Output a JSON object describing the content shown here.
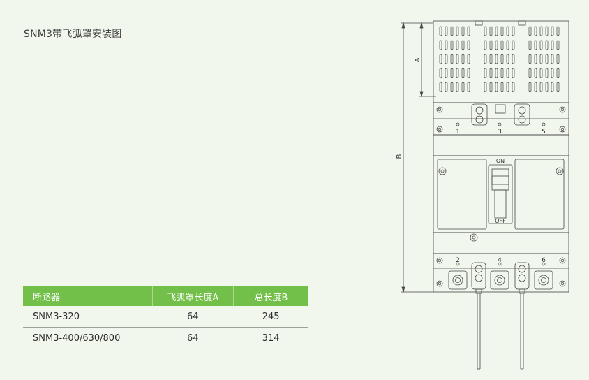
{
  "title": "SNM3带飞弧罩安装图",
  "table": {
    "headers": [
      "断路器",
      "飞弧罩长度A",
      "总长度B"
    ],
    "rows": [
      [
        "SNM3-320",
        "64",
        "245"
      ],
      [
        "SNM3-400/630/800",
        "64",
        "314"
      ]
    ]
  },
  "drawing": {
    "dim_a": "A",
    "dim_b": "B",
    "terminals_top": [
      "1",
      "3",
      "5"
    ],
    "terminals_bottom": [
      "2",
      "4",
      "6"
    ],
    "switch_on": "ON",
    "switch_off": "OFF"
  },
  "colors": {
    "header_green": "#72c04a",
    "background": "#f2f7ee"
  }
}
